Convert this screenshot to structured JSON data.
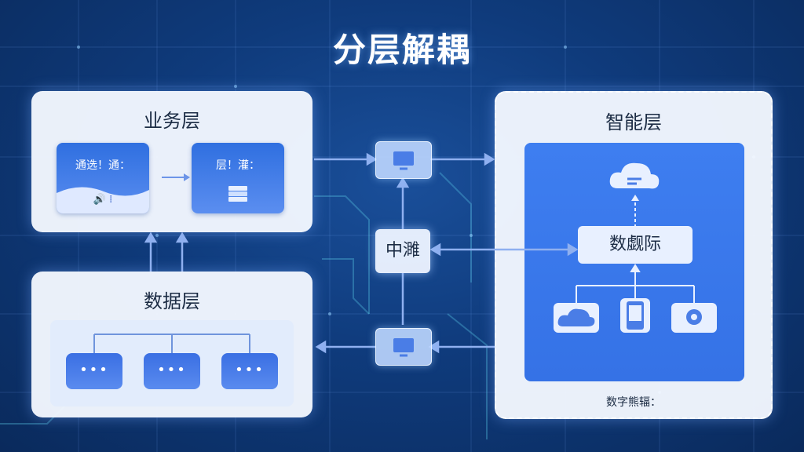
{
  "title": "分层解耦",
  "business_layer": {
    "title": "业务层",
    "card_left": {
      "label": "通选！通：",
      "sub": "🔊 ⁞"
    },
    "card_right": {
      "label": "层！灌："
    }
  },
  "data_layer": {
    "title": "数据层",
    "buttons": [
      "•••",
      "•••",
      "•••"
    ]
  },
  "middle": {
    "label": "中濉"
  },
  "intelligence_layer": {
    "title": "智能层",
    "compute_label": "数觑际",
    "footnote": "数字熊辐："
  }
}
